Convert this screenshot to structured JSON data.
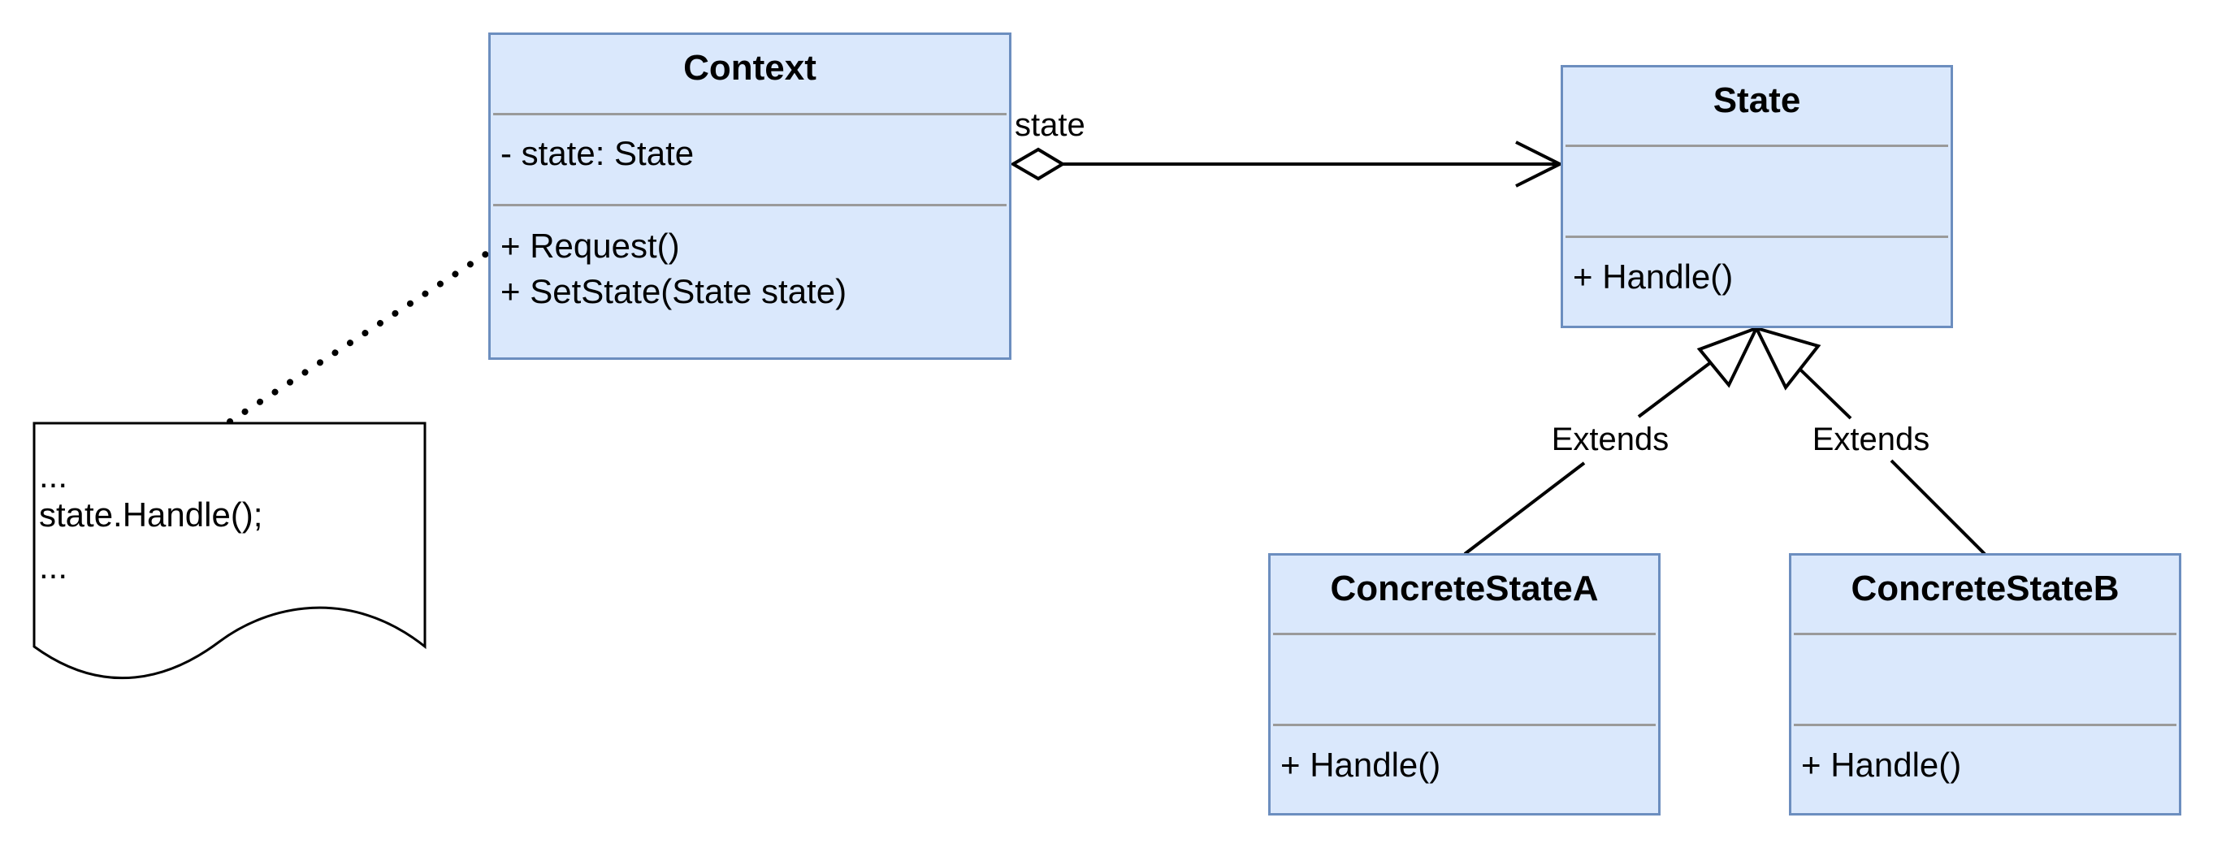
{
  "context": {
    "name": "Context",
    "attributes": [
      "- state: State"
    ],
    "methods": [
      "+ Request()",
      "+ SetState(State state)"
    ]
  },
  "state": {
    "name": "State",
    "methods": [
      "+ Handle()"
    ]
  },
  "concrete_a": {
    "name": "ConcreteStateA",
    "methods": [
      "+ Handle()"
    ]
  },
  "concrete_b": {
    "name": "ConcreteStateB",
    "methods": [
      "+ Handle()"
    ]
  },
  "association": {
    "role_label": "state"
  },
  "inheritance": {
    "label_a": "Extends",
    "label_b": "Extends"
  },
  "note": {
    "lines": [
      "...",
      "state.Handle();",
      "..."
    ]
  },
  "colors": {
    "class_fill": "#dae8fc",
    "class_border": "#6c8ebf",
    "divider": "#9a9a9a",
    "line": "#000000"
  }
}
